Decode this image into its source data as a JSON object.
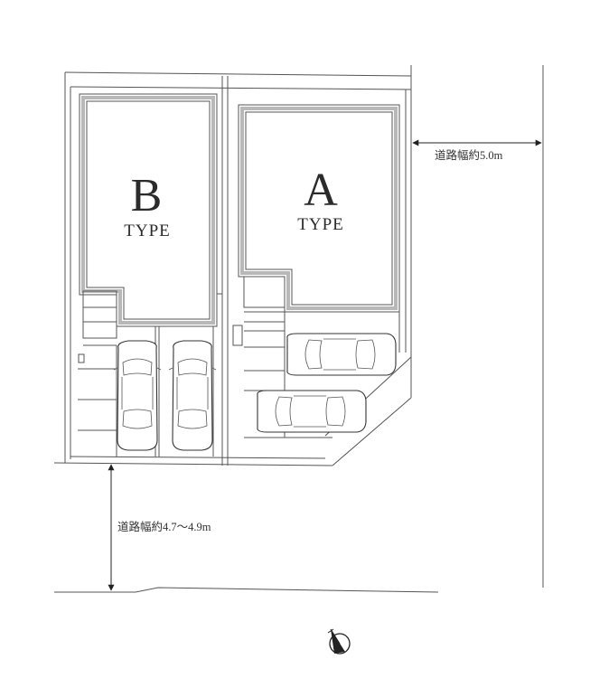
{
  "lots": [
    {
      "letter": "B",
      "type_label": "TYPE"
    },
    {
      "letter": "A",
      "type_label": "TYPE"
    }
  ],
  "roads": {
    "east": "道路幅約5.0m",
    "south": "道路幅約4.7〜4.9m"
  },
  "icons": {
    "compass": "north-arrow-icon"
  }
}
